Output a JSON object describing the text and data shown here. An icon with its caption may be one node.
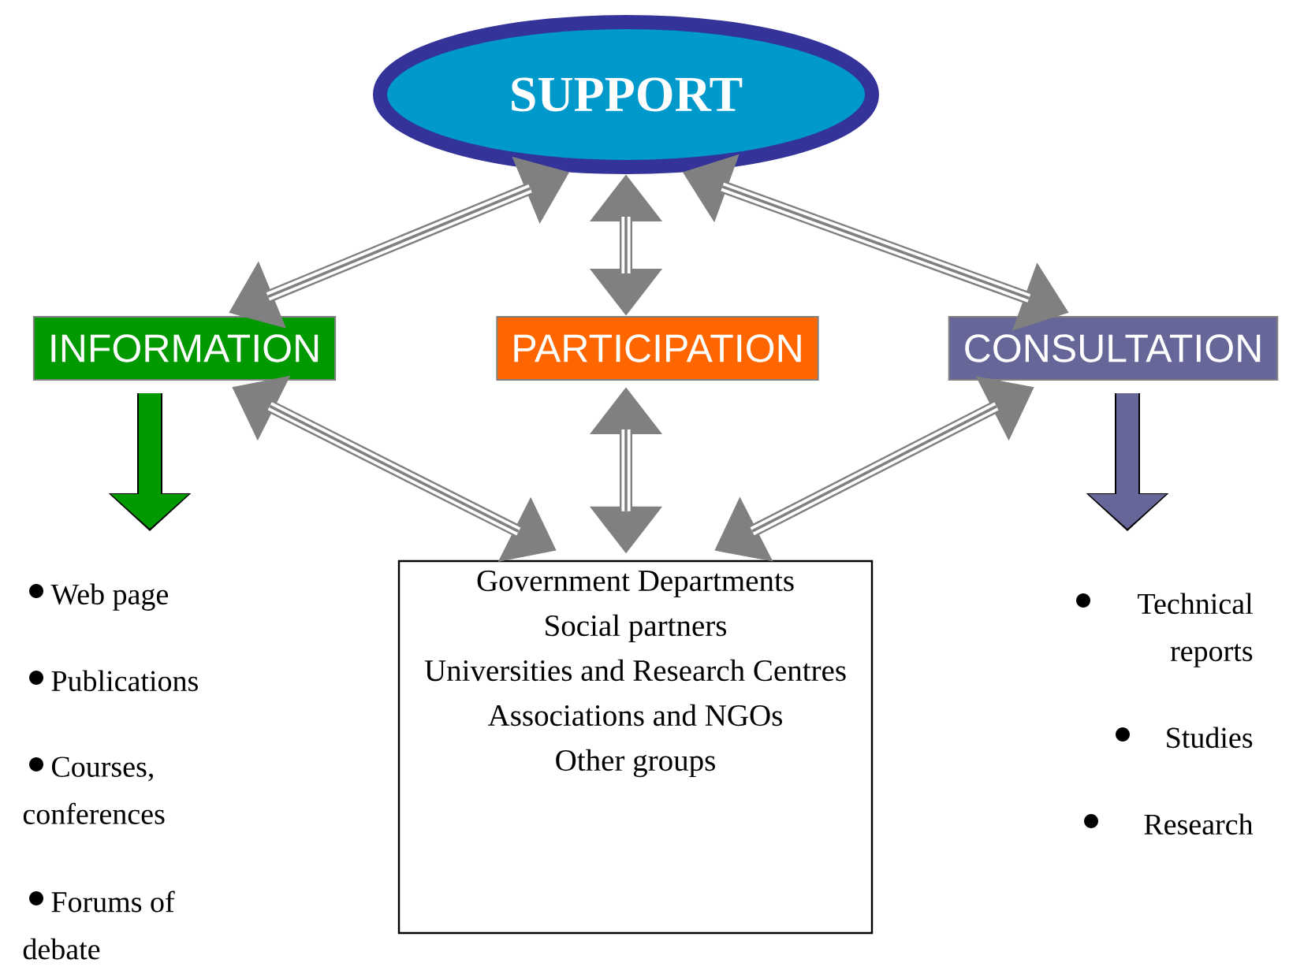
{
  "diagram": {
    "nodes": [
      {
        "text": [
          "SUPPORT"
        ]
      },
      {
        "text": [
          "INFORMATION"
        ]
      },
      {
        "text": [
          "PARTICIPATION"
        ]
      },
      {
        "text": [
          "CONSULTATION"
        ]
      },
      {
        "text": [
          "Government Departments",
          "Social partners",
          "Universities and Research Centres",
          "Associations and NGOs",
          "Other groups"
        ]
      }
    ],
    "edges": [
      {
        "from": 0,
        "to": 1,
        "arrow": "both"
      },
      {
        "from": 0,
        "to": 2,
        "arrow": "both"
      },
      {
        "from": 0,
        "to": 3,
        "arrow": "both"
      },
      {
        "from": 1,
        "to": 4,
        "arrow": "both"
      },
      {
        "from": 2,
        "to": 4,
        "arrow": "both"
      },
      {
        "from": 3,
        "to": 4,
        "arrow": "both"
      },
      {
        "from": 1,
        "to": null,
        "arrow": "to",
        "style": "thick",
        "color": "#009900"
      },
      {
        "from": 3,
        "to": null,
        "arrow": "to",
        "style": "thick",
        "color": "#666699"
      }
    ],
    "labels": [
      "Web page",
      "Publications",
      "Courses, conferences",
      "Forums of debate",
      "Technical reports",
      "Studies",
      "Research"
    ]
  }
}
